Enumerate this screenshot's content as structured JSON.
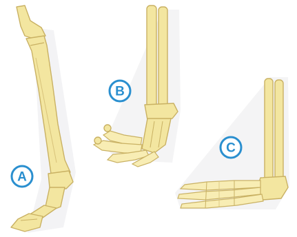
{
  "labels": {
    "a": "A",
    "b": "B",
    "c": "C"
  },
  "colors": {
    "bone_fill": "#f3e6a0",
    "bone_outline": "#c9b163",
    "badge_accent": "#2a8fcf"
  }
}
